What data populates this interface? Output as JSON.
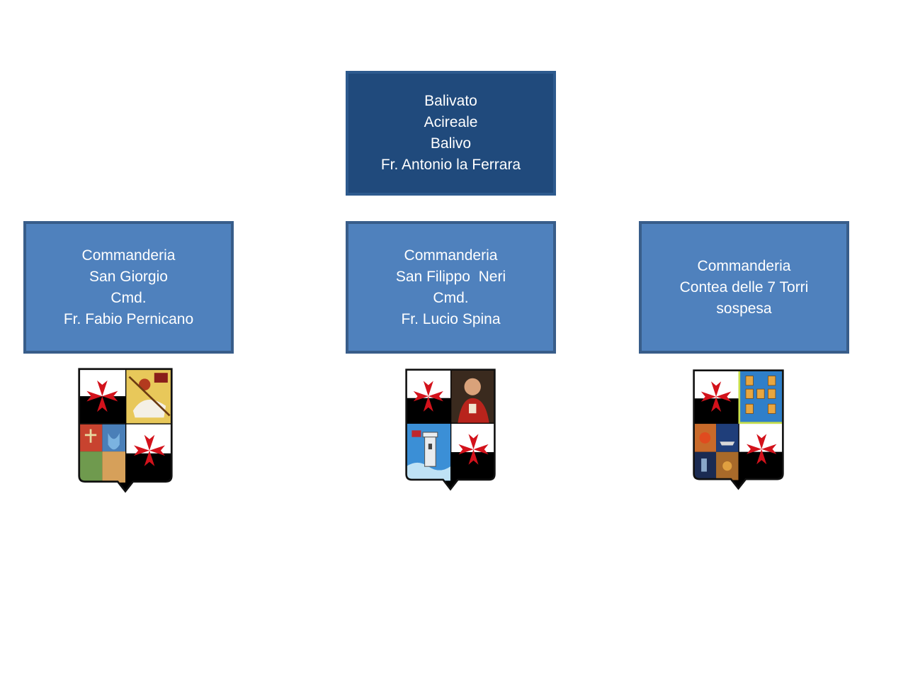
{
  "top_node": {
    "lines": [
      "Balivato",
      "Acireale",
      "Balivo",
      "Fr. Antonio la Ferrara"
    ]
  },
  "children": [
    {
      "lines": [
        "Commanderia",
        "San Giorgio",
        "Cmd.",
        "Fr. Fabio Pernicano"
      ],
      "crest": "coat-of-arms-san-giorgio"
    },
    {
      "lines": [
        "Commanderia",
        "San Filippo  Neri",
        "Cmd.",
        "Fr. Lucio Spina"
      ],
      "crest": "coat-of-arms-san-filippo-neri"
    },
    {
      "lines": [
        "Commanderia",
        "Contea delle 7 Torri",
        "sospesa"
      ],
      "crest": "coat-of-arms-contea-7-torri"
    }
  ],
  "colors": {
    "top_fill": "#204a7c",
    "child_fill": "#4f81bd",
    "cross_red": "#d3121b",
    "shield_outline": "#111111"
  }
}
